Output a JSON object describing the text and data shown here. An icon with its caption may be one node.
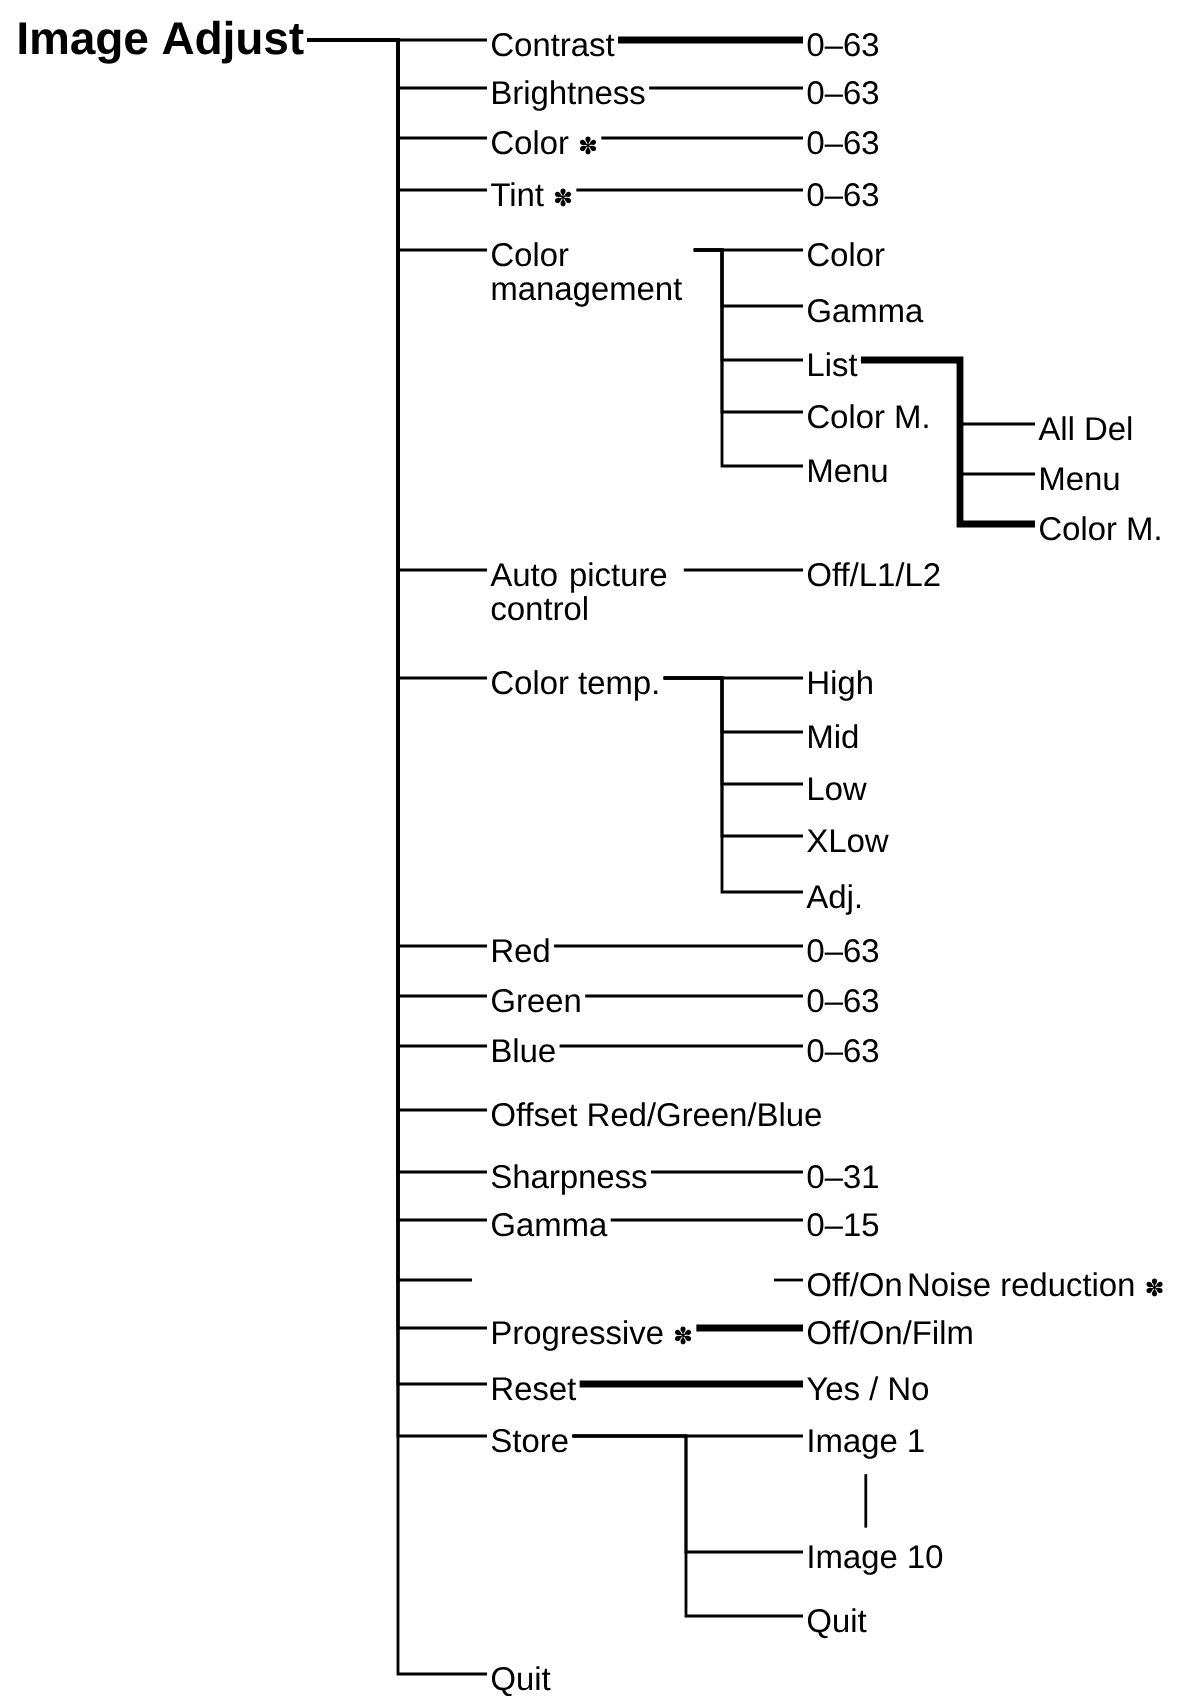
{
  "diagram": {
    "nodes": [
      {
        "text": [
          "Image Adjust"
        ]
      },
      {
        "text": [
          "Contrast"
        ]
      },
      {
        "text": [
          "0–63"
        ]
      },
      {
        "text": [
          "Brightness"
        ]
      },
      {
        "text": [
          "0–63"
        ]
      },
      {
        "text": [
          "Color ✽"
        ]
      },
      {
        "text": [
          "0–63"
        ]
      },
      {
        "text": [
          "Tint ✽"
        ]
      },
      {
        "text": [
          "0–63"
        ]
      },
      {
        "text": [
          "Color management"
        ]
      },
      {
        "text": [
          "Color"
        ]
      },
      {
        "text": [
          "Gamma"
        ]
      },
      {
        "text": [
          "List"
        ]
      },
      {
        "text": [
          "Color M."
        ]
      },
      {
        "text": [
          "Menu"
        ]
      },
      {
        "text": [
          "All Del"
        ]
      },
      {
        "text": [
          "Menu"
        ]
      },
      {
        "text": [
          "Color M."
        ]
      },
      {
        "text": [
          "Auto picture control"
        ]
      },
      {
        "text": [
          "Off/L1/L2"
        ]
      },
      {
        "text": [
          "Color temp."
        ]
      },
      {
        "text": [
          "High"
        ]
      },
      {
        "text": [
          "Mid"
        ]
      },
      {
        "text": [
          "Low"
        ]
      },
      {
        "text": [
          "XLow"
        ]
      },
      {
        "text": [
          "Adj."
        ]
      },
      {
        "text": [
          "Red"
        ]
      },
      {
        "text": [
          "0–63"
        ]
      },
      {
        "text": [
          "Green"
        ]
      },
      {
        "text": [
          "0–63"
        ]
      },
      {
        "text": [
          "Blue"
        ]
      },
      {
        "text": [
          "0–63"
        ]
      },
      {
        "text": [
          "Offset Red/Green/Blue"
        ]
      },
      {
        "text": [
          "Sharpness"
        ]
      },
      {
        "text": [
          "0–31"
        ]
      },
      {
        "text": [
          "Gamma"
        ]
      },
      {
        "text": [
          "0–15"
        ]
      },
      {
        "text": [
          "Off/On"
        ]
      },
      {
        "text": [
          "Progressive ✽"
        ]
      },
      {
        "text": [
          "Off/On/Film"
        ]
      },
      {
        "text": [
          "Reset"
        ]
      },
      {
        "text": [
          "Yes / No"
        ]
      },
      {
        "text": [
          "Store"
        ]
      },
      {
        "text": [
          "Image 1"
        ]
      },
      {
        "text": [
          "Image 10"
        ]
      },
      {
        "text": [
          "Quit"
        ]
      },
      {
        "text": [
          "Quit"
        ]
      }
    ],
    "edges": [
      {
        "from": 0,
        "to": 1,
        "arrow": "none"
      },
      {
        "from": 1,
        "to": 2,
        "arrow": "none",
        "style": "thick"
      },
      {
        "from": 0,
        "to": 3,
        "arrow": "none"
      },
      {
        "from": 3,
        "to": 4,
        "arrow": "none"
      },
      {
        "from": 0,
        "to": 5,
        "arrow": "none"
      },
      {
        "from": 5,
        "to": 6,
        "arrow": "none"
      },
      {
        "from": 0,
        "to": 7,
        "arrow": "none"
      },
      {
        "from": 7,
        "to": 8,
        "arrow": "none"
      },
      {
        "from": 0,
        "to": 9,
        "arrow": "none"
      },
      {
        "from": 9,
        "to": 10,
        "arrow": "none"
      },
      {
        "from": 9,
        "to": 11,
        "arrow": "none"
      },
      {
        "from": 9,
        "to": 12,
        "arrow": "none"
      },
      {
        "from": 9,
        "to": 13,
        "arrow": "none"
      },
      {
        "from": 9,
        "to": 14,
        "arrow": "none"
      },
      {
        "from": 12,
        "to": 15,
        "arrow": "none"
      },
      {
        "from": 12,
        "to": 16,
        "arrow": "none"
      },
      {
        "from": 12,
        "to": 17,
        "arrow": "none",
        "style": "thick"
      },
      {
        "from": 0,
        "to": 18,
        "arrow": "none"
      },
      {
        "from": 18,
        "to": 19,
        "arrow": "none"
      },
      {
        "from": 0,
        "to": 20,
        "arrow": "none"
      },
      {
        "from": 20,
        "to": 21,
        "arrow": "none"
      },
      {
        "from": 20,
        "to": 22,
        "arrow": "none"
      },
      {
        "from": 20,
        "to": 23,
        "arrow": "none"
      },
      {
        "from": 20,
        "to": 24,
        "arrow": "none"
      },
      {
        "from": 20,
        "to": 25,
        "arrow": "none"
      },
      {
        "from": 0,
        "to": 26,
        "arrow": "none"
      },
      {
        "from": 26,
        "to": 27,
        "arrow": "none"
      },
      {
        "from": 0,
        "to": 28,
        "arrow": "none"
      },
      {
        "from": 28,
        "to": 29,
        "arrow": "none"
      },
      {
        "from": 0,
        "to": 30,
        "arrow": "none"
      },
      {
        "from": 30,
        "to": 31,
        "arrow": "none"
      },
      {
        "from": 0,
        "to": 32,
        "arrow": "none"
      },
      {
        "from": 0,
        "to": 33,
        "arrow": "none"
      },
      {
        "from": 33,
        "to": 34,
        "arrow": "none"
      },
      {
        "from": 0,
        "to": 35,
        "arrow": "none"
      },
      {
        "from": 35,
        "to": 36,
        "arrow": "none"
      },
      {
        "from": 0,
        "to": null,
        "arrow": "none"
      },
      {
        "from": null,
        "to": 37,
        "arrow": "none"
      },
      {
        "from": 0,
        "to": 38,
        "arrow": "none"
      },
      {
        "from": 38,
        "to": 39,
        "arrow": "none",
        "style": "thick"
      },
      {
        "from": 0,
        "to": 40,
        "arrow": "none"
      },
      {
        "from": 40,
        "to": 41,
        "arrow": "none",
        "style": "thick"
      },
      {
        "from": 0,
        "to": 42,
        "arrow": "none"
      },
      {
        "from": 42,
        "to": 43,
        "arrow": "none"
      },
      {
        "from": 42,
        "to": 44,
        "arrow": "none"
      },
      {
        "from": 42,
        "to": 45,
        "arrow": "none"
      },
      {
        "from": 43,
        "to": 44,
        "arrow": "none"
      },
      {
        "from": 0,
        "to": 46,
        "arrow": "none"
      }
    ],
    "labels": [
      "Noise reduction ✽"
    ]
  }
}
